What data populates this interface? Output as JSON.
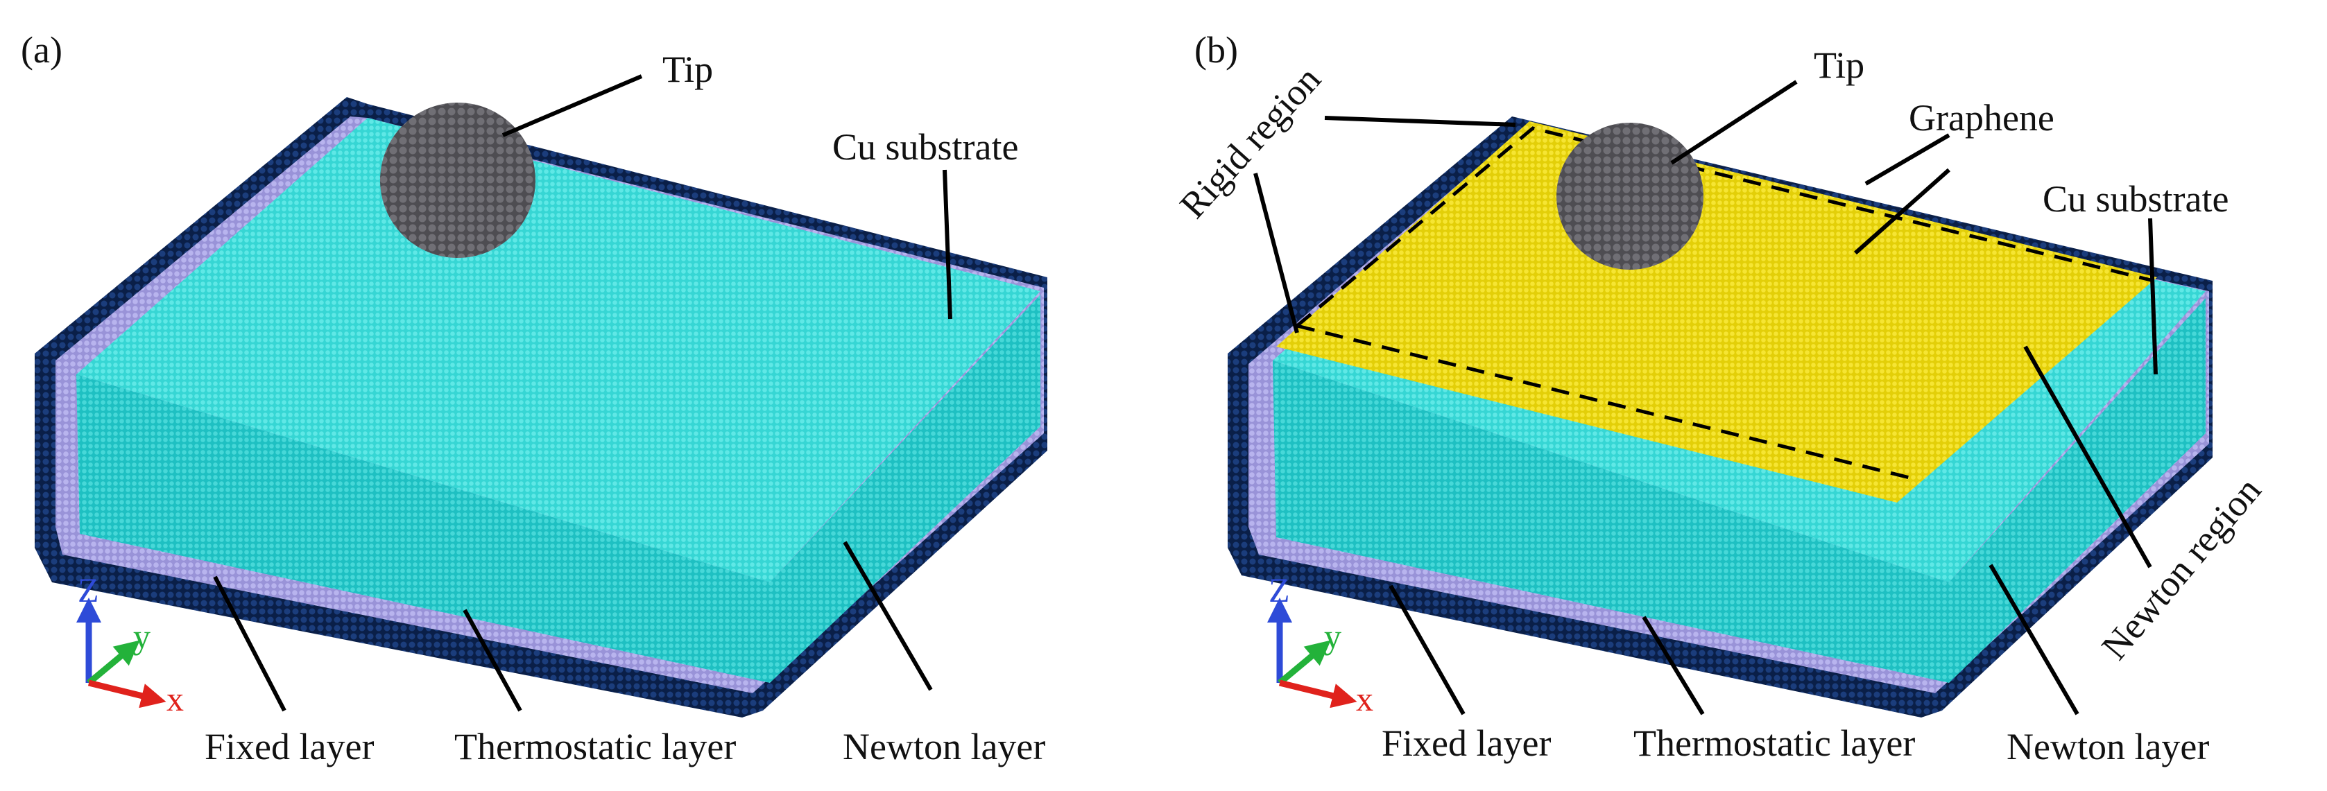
{
  "panels": [
    {
      "id": "a",
      "tag": "(a)",
      "labels": {
        "tip": "Tip",
        "cu_substrate": "Cu substrate",
        "fixed_layer": "Fixed layer",
        "thermostatic_layer": "Thermostatic layer",
        "newton_layer": "Newton layer"
      },
      "axes": {
        "z": "Z",
        "y": "y",
        "x": "x"
      }
    },
    {
      "id": "b",
      "tag": "(b)",
      "labels": {
        "rigid_region": "Rigid region",
        "tip": "Tip",
        "graphene": "Graphene",
        "cu_substrate": "Cu substrate",
        "newton_region": "Newton region",
        "fixed_layer": "Fixed layer",
        "thermostatic_layer": "Thermostatic layer",
        "newton_layer": "Newton layer"
      },
      "axes": {
        "z": "Z",
        "y": "y",
        "x": "x"
      }
    }
  ],
  "colors": {
    "cu_top": "#36d6d4",
    "cu_side": "#1fc3c4",
    "thermostatic": "#a49fe0",
    "fixed": "#0f2a5c",
    "graphene": "#ead60d",
    "tip": "#5b5a5f",
    "axis_z": "#2e4bd8",
    "axis_y": "#23b23a",
    "axis_x": "#e0221c"
  }
}
